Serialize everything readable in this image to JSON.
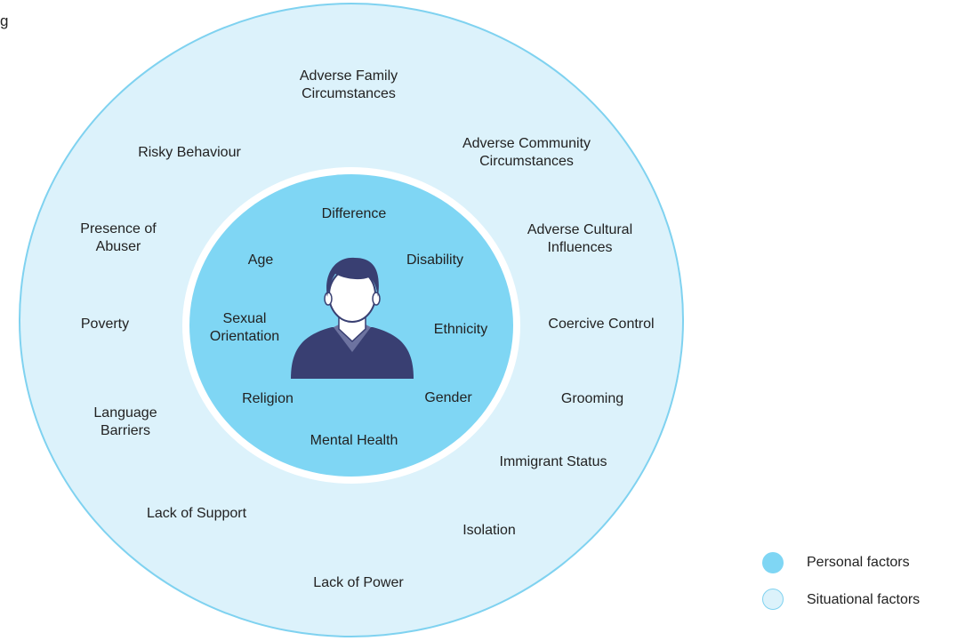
{
  "corner_text": "g",
  "colors": {
    "personal": "#7fd6f4",
    "situational": "#dcf2fb",
    "outer_border": "#7fd2f0",
    "person_dark": "#393f72",
    "person_skin": "#ffffff",
    "collar": "#6d73a0"
  },
  "situational_factors": {
    "adverse_family": "Adverse Family\nCircumstances",
    "adverse_community": "Adverse Community\nCircumstances",
    "risky_behaviour": "Risky Behaviour",
    "presence_of_abuser": "Presence of\nAbuser",
    "adverse_cultural": "Adverse Cultural\nInfluences",
    "poverty": "Poverty",
    "coercive_control": "Coercive Control",
    "grooming": "Grooming",
    "language_barriers": "Language\nBarriers",
    "immigrant_status": "Immigrant Status",
    "lack_of_support": "Lack of Support",
    "isolation": "Isolation",
    "lack_of_power": "Lack of Power"
  },
  "personal_factors": {
    "difference": "Difference",
    "age": "Age",
    "disability": "Disability",
    "sexual_orientation": "Sexual\nOrientation",
    "ethnicity": "Ethnicity",
    "religion": "Religion",
    "gender": "Gender",
    "mental_health": "Mental Health"
  },
  "center_icon": "person-icon",
  "legend": {
    "personal_label": "Personal factors",
    "situational_label": "Situational factors"
  }
}
